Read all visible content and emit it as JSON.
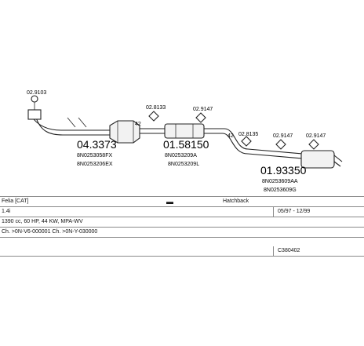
{
  "parts": [
    {
      "id": "part-1",
      "ref": "04.3373",
      "codes": [
        "8N0253058FX",
        "8N0253206EX"
      ]
    },
    {
      "id": "part-2",
      "ref": "01.58150",
      "codes": [
        "8N0253209A",
        "8N0253209L"
      ]
    },
    {
      "id": "part-3",
      "ref": "01.93350",
      "codes": [
        "8N0253609AA",
        "8N0253609G"
      ]
    }
  ],
  "small_parts": [
    {
      "id": "clamp-a",
      "ref": "02.9103"
    },
    {
      "id": "clamp-b",
      "ref": "02.8133"
    },
    {
      "id": "clamp-c",
      "ref": "02.9147"
    },
    {
      "id": "clamp-d",
      "ref": "02.8135"
    },
    {
      "id": "clamp-e",
      "ref": "02.9147"
    },
    {
      "id": "clamp-f",
      "ref": "02.9147"
    }
  ],
  "pipe_diameters": [
    "42",
    "42"
  ],
  "vehicle": {
    "model": "Felia [CAT]",
    "body": "Hatchback",
    "engine": "1.4i",
    "years": "05/97 - 12/99",
    "specs": "1390 cc, 60 HP, 44 KW, MPA-WV",
    "chassis": "Ch. >0N-V6-000001 Ch. >0N-Y-030000",
    "code": "C380402"
  }
}
